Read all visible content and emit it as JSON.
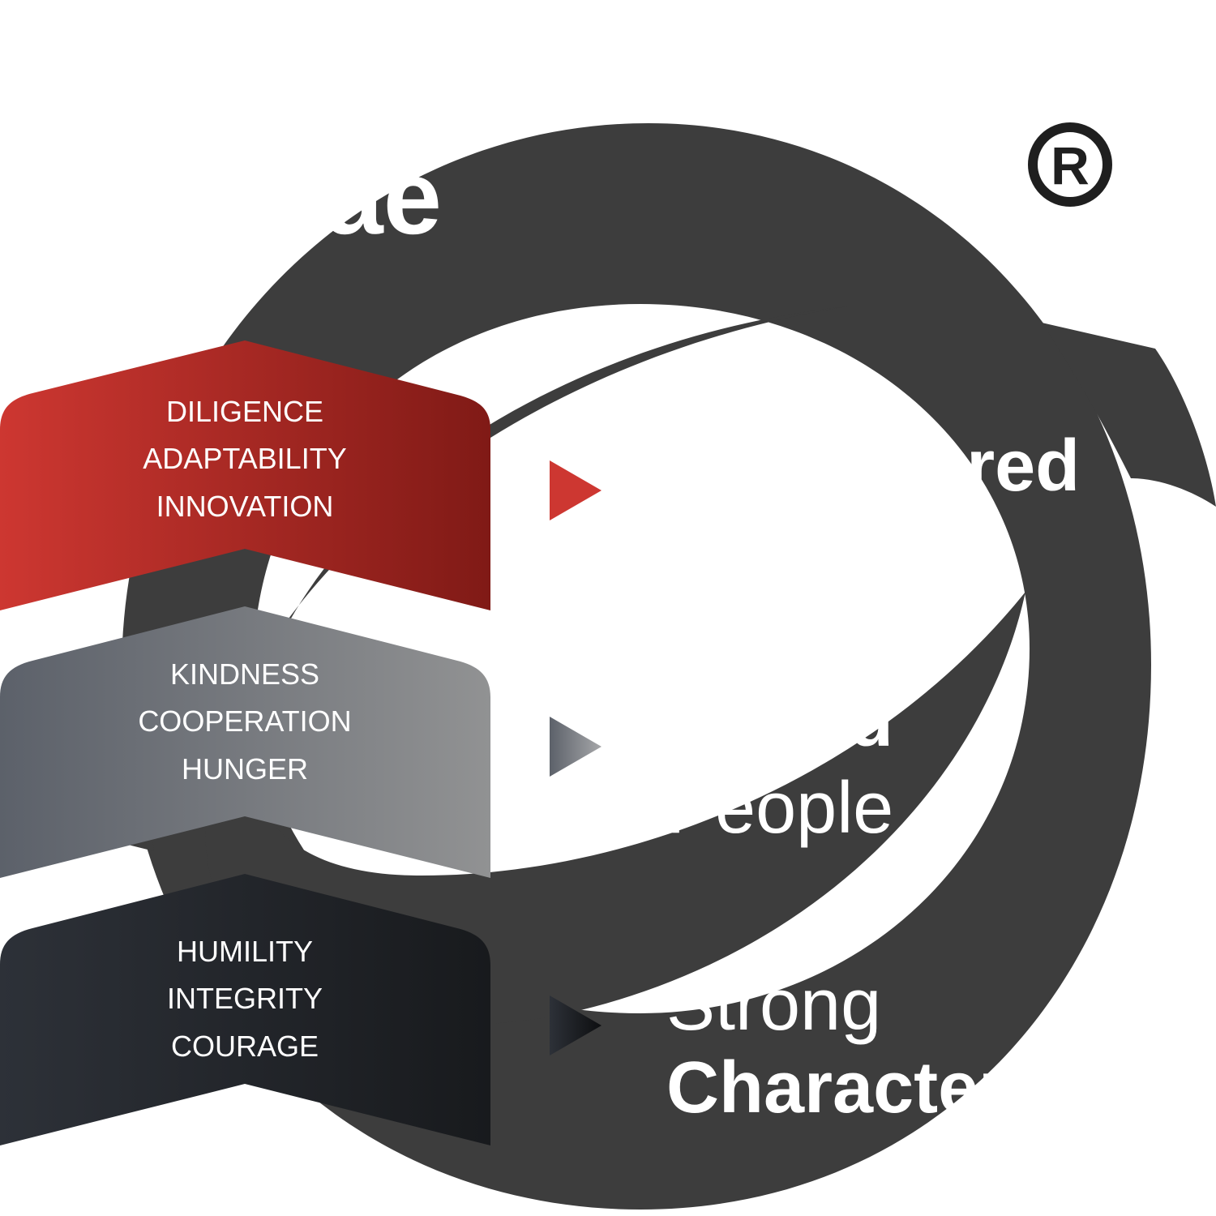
{
  "colors": {
    "swoosh": "#3d3d3d",
    "red_start": "#cd3731",
    "red_end": "#801a16",
    "grey_start": "#5c616a",
    "grey_end": "#919293",
    "dark_start": "#2d3138",
    "dark_end": "#181a1d",
    "text": "#ffffff"
  },
  "logo": {
    "fragment": "ae",
    "registered_mark": "®"
  },
  "tiers": [
    {
      "id": "top",
      "values": [
        "DILIGENCE",
        "ADAPTABILITY",
        "INNOVATION"
      ],
      "arrow_icon": "triangle-right-icon",
      "headline_line1": "Empowered",
      "headline_line2": ""
    },
    {
      "id": "middle",
      "values": [
        "KINDNESS",
        "COOPERATION",
        "HUNGER"
      ],
      "arrow_icon": "triangle-right-icon",
      "headline_line1": "United",
      "headline_line2": "People"
    },
    {
      "id": "bottom",
      "values": [
        "HUMILITY",
        "INTEGRITY",
        "COURAGE"
      ],
      "arrow_icon": "triangle-right-icon",
      "headline_line1": "Strong",
      "headline_line2": "Character"
    }
  ]
}
